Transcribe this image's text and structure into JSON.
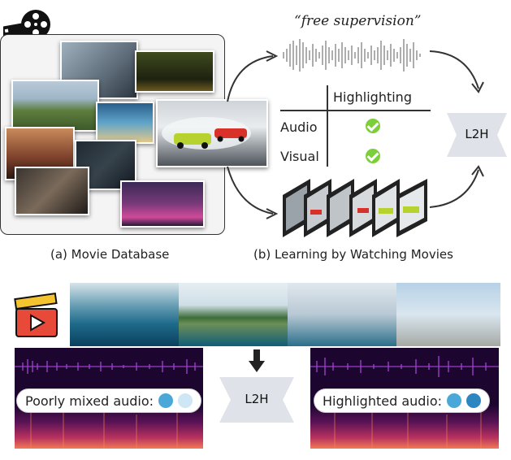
{
  "top": {
    "free_supervision": "“free supervision”",
    "table": {
      "column_header": "Highlighting",
      "rows": [
        {
          "label": "Audio",
          "check": true
        },
        {
          "label": "Visual",
          "check": true
        }
      ]
    },
    "model_label": "L2H",
    "caption_a": "(a) Movie Database",
    "caption_b": "(b) Learning by Watching Movies"
  },
  "bottom": {
    "model_label": "L2H",
    "left_pill": "Poorly mixed audio:",
    "right_pill": "Highlighted audio:"
  },
  "icons": {
    "film_reel": "film-reel-icon",
    "clapperboard": "clapperboard-icon",
    "arrow": "arrow-icon",
    "wave_icon": "wave-icon",
    "voice_icon": "voice-icon"
  },
  "colors": {
    "waveform_gray": "#8a8a8a",
    "waveform_purple": "#9a3fc9",
    "spectrogram_hot": "#e8576b",
    "spectrogram_dark": "#1c0630",
    "check_green": "#7ccf3a",
    "model_fill": "#dfe2e8",
    "clapper_red": "#e84a3a"
  }
}
